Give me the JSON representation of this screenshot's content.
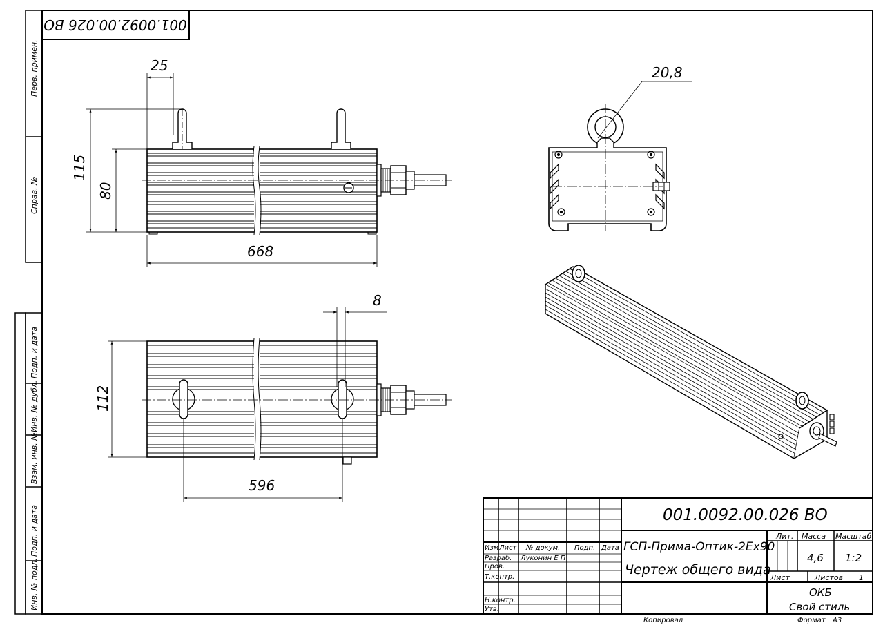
{
  "stamp_top": "001.0092.00.026 ВО",
  "side_labels": {
    "perv_primen": "Перв. примен.",
    "sprav_no": "Справ. №",
    "podp_data_1": "Подп. и дата",
    "inv_dubl": "Инв. № дубл.",
    "vzam_inv": "Взам. инв. №",
    "podp_data_2": "Подп. и дата",
    "inv_podl": "Инв. № подл."
  },
  "dimensions": {
    "d25": "25",
    "d115": "115",
    "d80": "80",
    "d668": "668",
    "d8": "8",
    "d112": "112",
    "d596": "596",
    "d20_8": "20,8"
  },
  "title_block": {
    "designation": "001.0092.00.026 ВО",
    "name_line1": "ГСП-Прима-Оптик-2Ех90",
    "name_line2": "Чертеж общего вида",
    "col_izm": "Изм",
    "col_list": "Лист",
    "col_docum": "№ докум.",
    "col_podp": "Подп.",
    "col_data": "Дата",
    "row_razrab": "Разраб.",
    "razrab_name": "Луконин Е П",
    "row_prov": "Пров.",
    "row_tkontr": "Т.контр.",
    "row_nkontr": "Н.контр.",
    "row_utv": "Утв.",
    "lit": "Лит.",
    "massa": "Масса",
    "masshtab": "Масштаб",
    "massa_value": "4,6",
    "scale_value": "1:2",
    "list_label": "Лист",
    "listov_label": "Листов",
    "listov_value": "1",
    "org_line1": "ОКБ",
    "org_line2": "Свой стиль",
    "kopiroval": "Копировал",
    "format_label": "Формат",
    "format_value": "А3"
  }
}
